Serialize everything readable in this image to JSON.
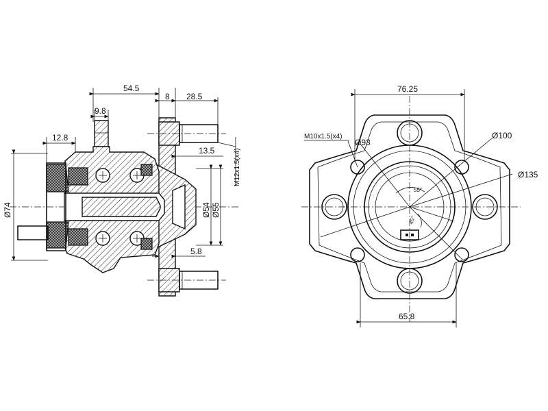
{
  "left_view": {
    "dims": {
      "d_54_5": "54.5",
      "d_8": "8",
      "d_28_5": "28.5",
      "d_9_8": "9.8",
      "d_12_8": "12.8",
      "d_13_5": "13.5",
      "d_74": "Ø74",
      "d_54": "Ø54",
      "d_55": "Ø55",
      "d_5_8": "5.8",
      "thread": "M12x1.5(x4)"
    }
  },
  "right_view": {
    "dims": {
      "d_76_25": "76.25",
      "d_65_8": "65.8",
      "bolt_thread": "M10x1.5(x4)",
      "d_93": "Ø93",
      "d_100": "Ø100",
      "d_135": "Ø135",
      "ang_55": "55°",
      "ang_45": "45°"
    }
  }
}
